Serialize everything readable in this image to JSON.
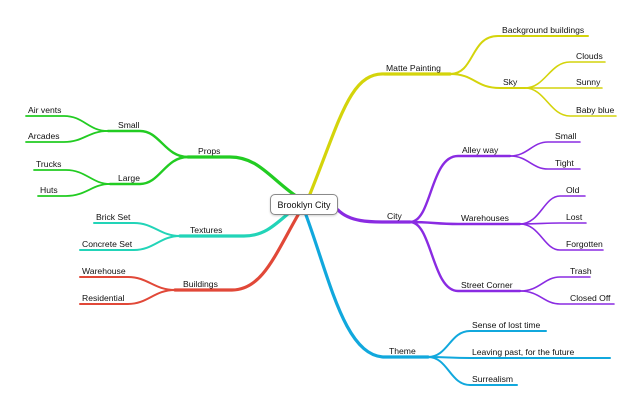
{
  "central_topic": "Brooklyn City",
  "colors": {
    "matte_painting": "#d4d40b",
    "city": "#8a2be2",
    "theme": "#11a8dd",
    "props": "#22cc22",
    "textures": "#22d4b8",
    "buildings": "#e14838"
  },
  "branches": {
    "matte_painting": {
      "label": "Matte Painting",
      "background_buildings": "Background buildings",
      "sky": {
        "label": "Sky",
        "clouds": "Clouds",
        "sunny": "Sunny",
        "baby_blue": "Baby blue"
      }
    },
    "city": {
      "label": "City",
      "alley_way": {
        "label": "Alley way",
        "small": "Small",
        "tight": "Tight"
      },
      "warehouses": {
        "label": "Warehouses",
        "old": "Old",
        "lost": "Lost",
        "forgotten": "Forgotten"
      },
      "street_corner": {
        "label": "Street Corner",
        "trash": "Trash",
        "closed_off": "Closed Off"
      }
    },
    "theme": {
      "label": "Theme",
      "sense_of_lost_time": "Sense of lost time",
      "leaving_past": "Leaving past, for the future",
      "surrealism": "Surrealism"
    },
    "props": {
      "label": "Props",
      "small": {
        "label": "Small",
        "air_vents": "Air vents",
        "arcades": "Arcades"
      },
      "large": {
        "label": "Large",
        "trucks": "Trucks",
        "huts": "Huts"
      }
    },
    "textures": {
      "label": "Textures",
      "brick_set": "Brick Set",
      "concrete_set": "Concrete Set"
    },
    "buildings": {
      "label": "Buildings",
      "warehouse": "Warehouse",
      "residential": "Residential"
    }
  }
}
